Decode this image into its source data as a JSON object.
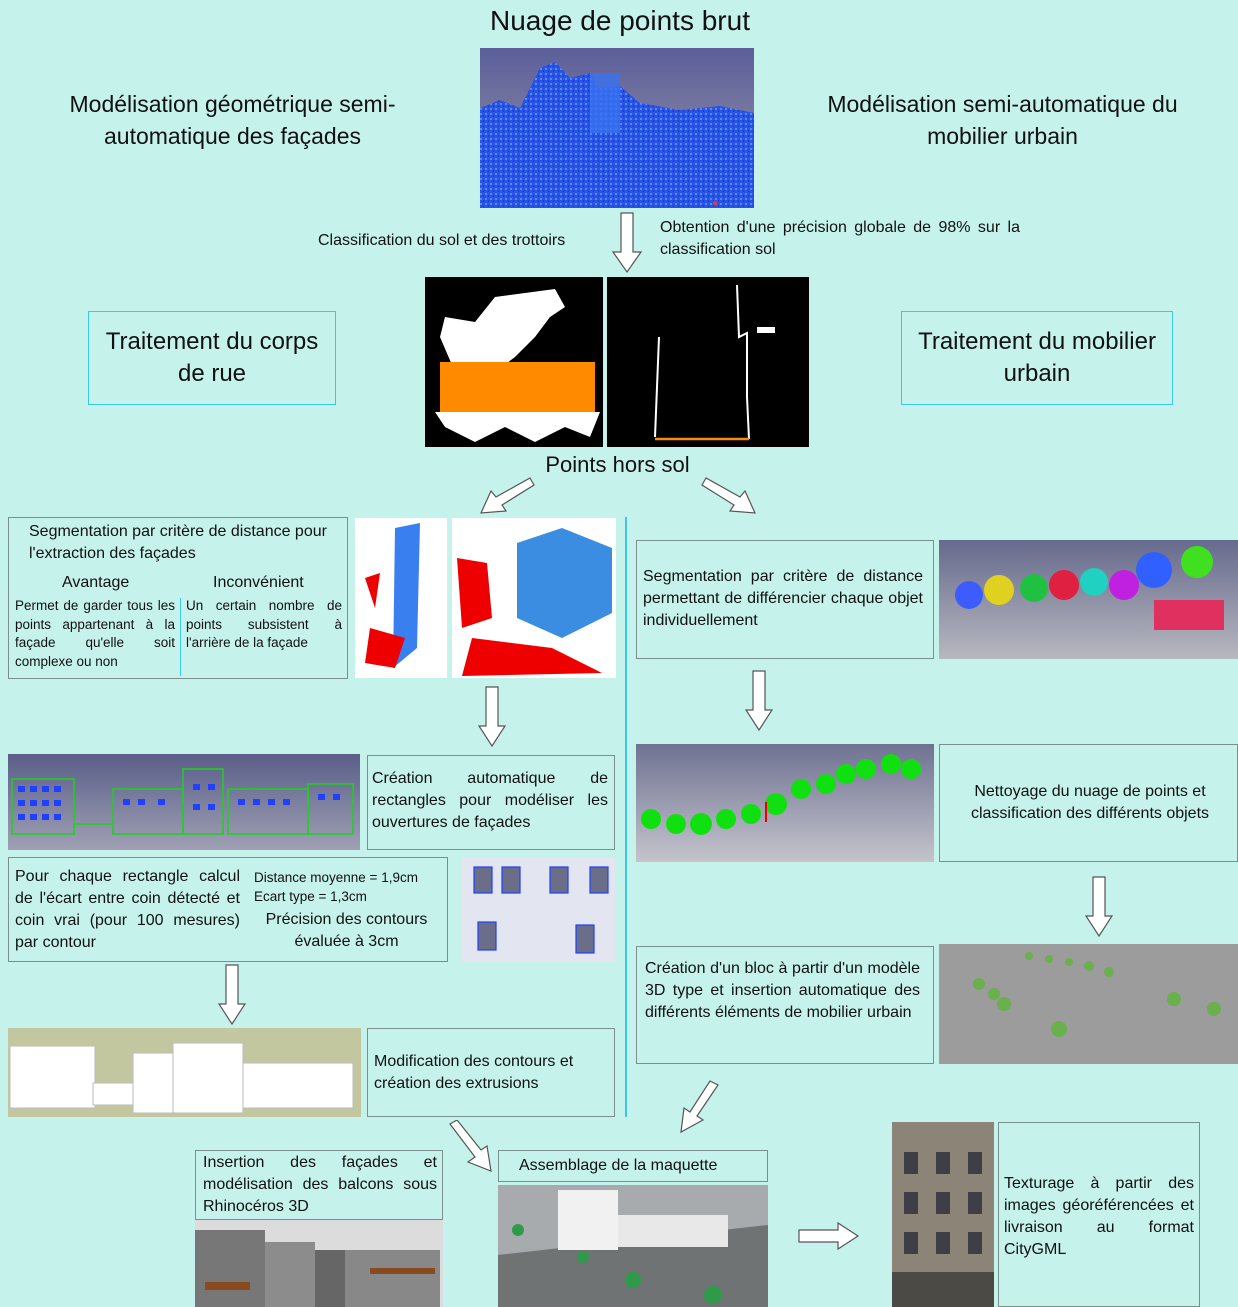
{
  "title": "Nuage de points brut",
  "left_heading": "Modélisation géométrique semi-automatique des façades",
  "right_heading": "Modélisation semi-automatique du mobilier urbain",
  "classification_label": "Classification du sol et des trottoirs",
  "precision_text": "Obtention d'une précision globale de 98% sur la classification sol",
  "box_corps_rue": "Traitement du corps de rue",
  "box_mobilier": "Traitement du mobilier urbain",
  "points_hors_sol": "Points hors sol",
  "seg_facades": {
    "title": "Segmentation par critère de distance pour l'extraction des façades",
    "advantage_label": "Avantage",
    "drawback_label": "Inconvénient",
    "advantage_text": "Permet de garder tous les points appartenant à la façade qu'elle soit complexe ou non",
    "drawback_text": "Un certain nombre de points subsistent à l'arrière de la façade"
  },
  "seg_objets": "Segmentation par critère de distance permettant de différencier chaque objet individuellement",
  "rectangles": "Création automatique de rectangles pour modéliser les ouvertures de façades",
  "nettoyage": "Nettoyage du nuage de points et classification des différents objets",
  "ecart": {
    "text": "Pour chaque rectangle calcul de l'écart entre coin détecté et coin vrai (pour 100 mesures) par contour",
    "distance": "Distance moyenne = 1,9cm",
    "ecart_type": "Ecart type = 1,3cm",
    "precision": "Précision des contours évaluée à 3cm"
  },
  "bloc": "Création d'un bloc à partir d'un modèle 3D type et insertion automatique des différents éléments de mobilier urbain",
  "extrusions": "Modification des contours et création des extrusions",
  "insertion": "Insertion des façades et modélisation des balcons sous Rhinocéros 3D",
  "assemblage": "Assemblage de la maquette",
  "texturage": "Texturage à partir des images géoréférencées et livraison au format CityGML",
  "colors": {
    "background": "#c6f2ec",
    "accent_border": "#3cc7e6",
    "ground_orange": "#ff8a00"
  }
}
